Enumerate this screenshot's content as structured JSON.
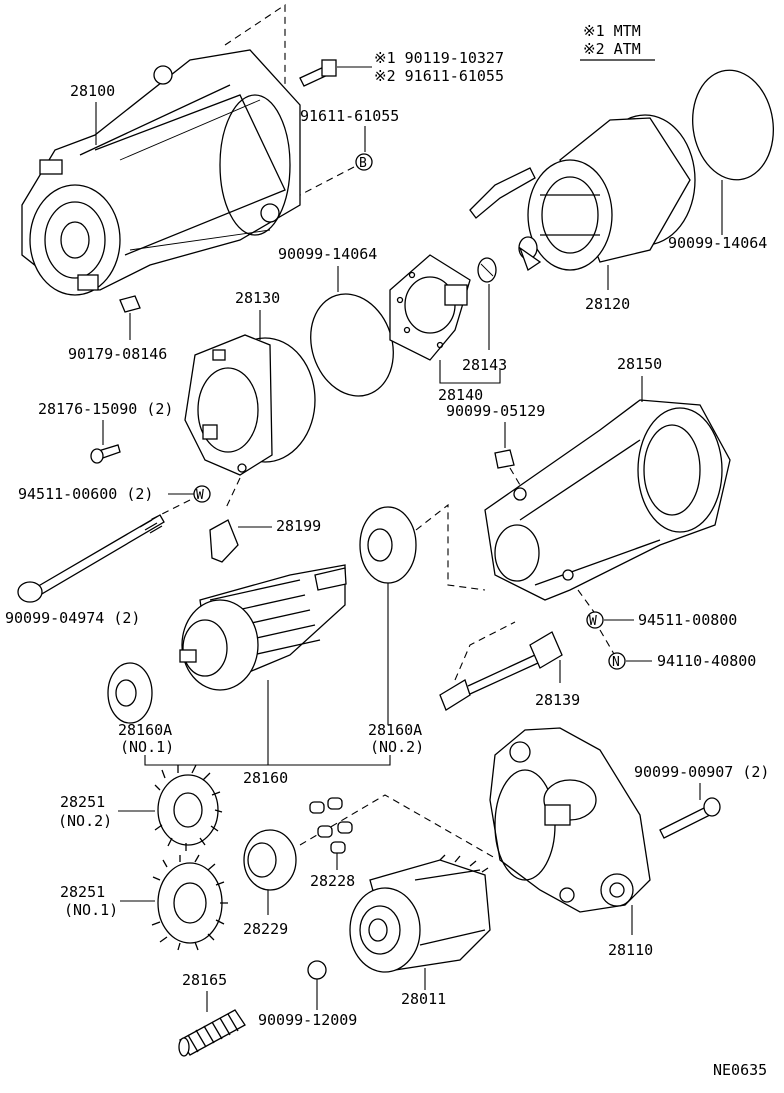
{
  "legend": {
    "note1": "※1 MTM",
    "note2": "※2 ATM"
  },
  "labels": {
    "p28100": "28100",
    "bolt_mtm": "※1 90119-10327",
    "bolt_atm": "※2 91611-61055",
    "p91611_61055": "91611-61055",
    "mark_b": "B",
    "p90179_08146": "90179-08146",
    "p90099_14064_a": "90099-14064",
    "p90099_14064_b": "90099-14064",
    "p28120": "28120",
    "p28130": "28130",
    "p28143": "28143",
    "p28140": "28140",
    "p90099_05129": "90099-05129",
    "p28150": "28150",
    "p28176_15090": "28176-15090 (2)",
    "p94511_00600": "94511-00600 (2)",
    "mark_w1": "W",
    "p28199": "28199",
    "p90099_04974": "90099-04974 (2)",
    "p94511_00800": "94511-00800",
    "mark_w2": "W",
    "p94110_40800": "94110-40800",
    "mark_n": "N",
    "p28139": "28139",
    "p28160a_1": "28160A",
    "p28160a_1_sub": "(NO.1)",
    "p28160a_2": "28160A",
    "p28160a_2_sub": "(NO.2)",
    "p28160": "28160",
    "p90099_00907": "90099-00907 (2)",
    "p28251_2": "28251",
    "p28251_2_sub": "(NO.2)",
    "p28251_1": "28251",
    "p28251_1_sub": "(NO.1)",
    "p28228": "28228",
    "p28229": "28229",
    "p28110": "28110",
    "p28165": "28165",
    "p90099_12009": "90099-12009",
    "p28011": "28011",
    "diagram_code": "NE0635"
  }
}
